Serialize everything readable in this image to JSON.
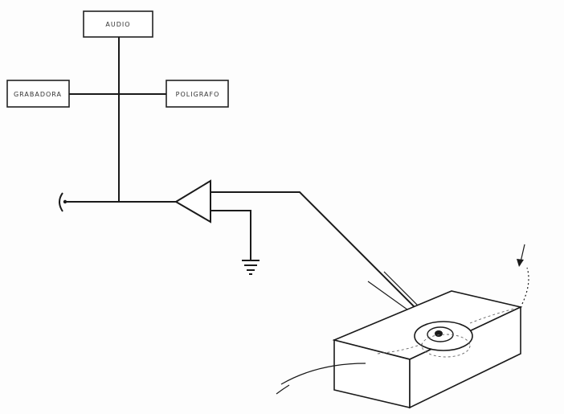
{
  "labels": {
    "audio": "AUDIO",
    "recorder": "GRABADORA",
    "polygraph": "POLIGRAFO"
  },
  "colors": {
    "ink": "#1a1a1a",
    "paper": "#fdfdfd"
  }
}
